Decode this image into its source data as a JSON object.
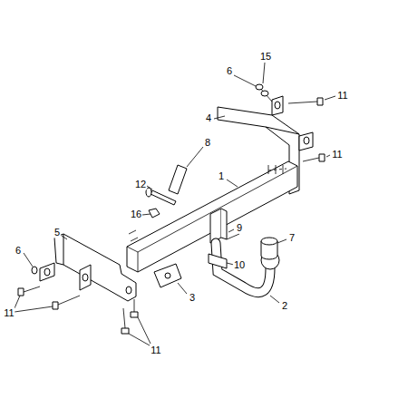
{
  "diagram": {
    "labels": [
      "15",
      "6",
      "11",
      "4",
      "11",
      "8",
      "1",
      "12",
      "16",
      "9",
      "7",
      "5",
      "6",
      "10",
      "2",
      "3",
      "11",
      "11"
    ]
  }
}
